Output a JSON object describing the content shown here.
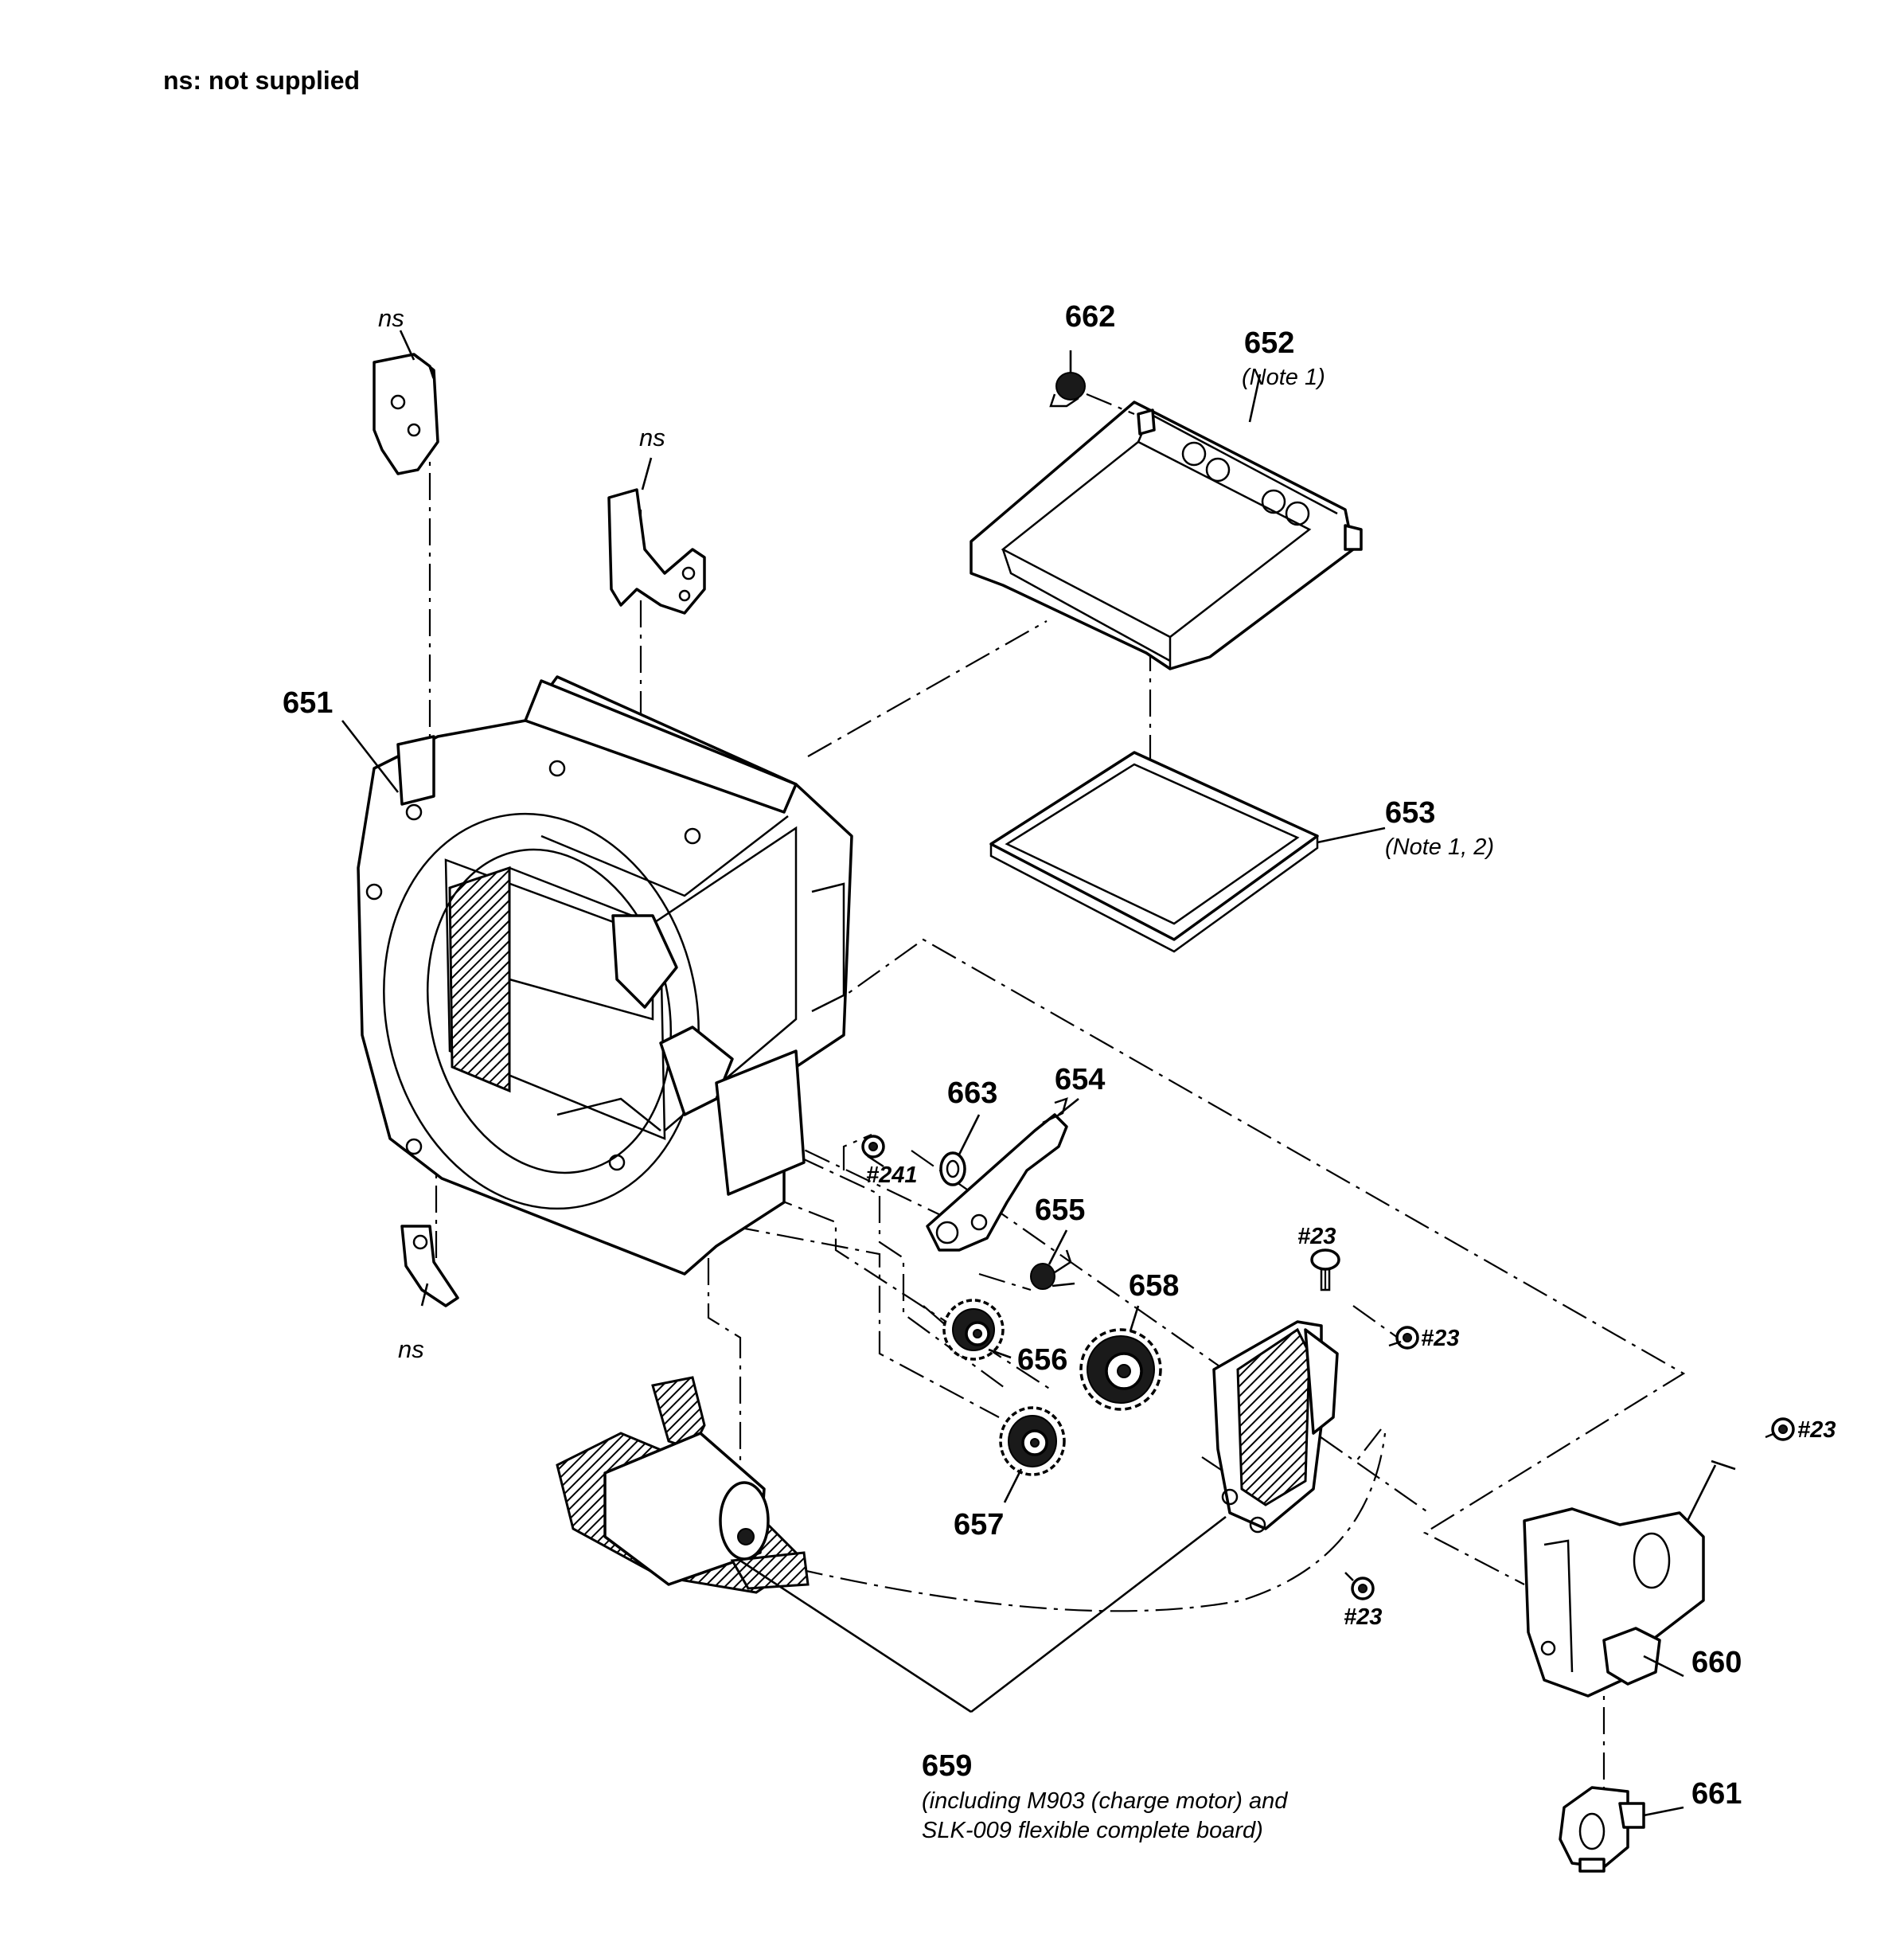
{
  "legend": "ns: not supplied",
  "ns_label": "ns",
  "parts": {
    "p651": "651",
    "p652": "652",
    "p652_note": "(Note 1)",
    "p653": "653",
    "p653_note": "(Note 1, 2)",
    "p654": "654",
    "p655": "655",
    "p656": "656",
    "p657": "657",
    "p658": "658",
    "p659": "659",
    "p659_desc_line1": "(including M903 (charge motor) and",
    "p659_desc_line2": "SLK-009 flexible complete board)",
    "p660": "660",
    "p661": "661",
    "p662": "662",
    "p663": "663"
  },
  "screws": {
    "s241": "#241",
    "s23": "#23"
  }
}
